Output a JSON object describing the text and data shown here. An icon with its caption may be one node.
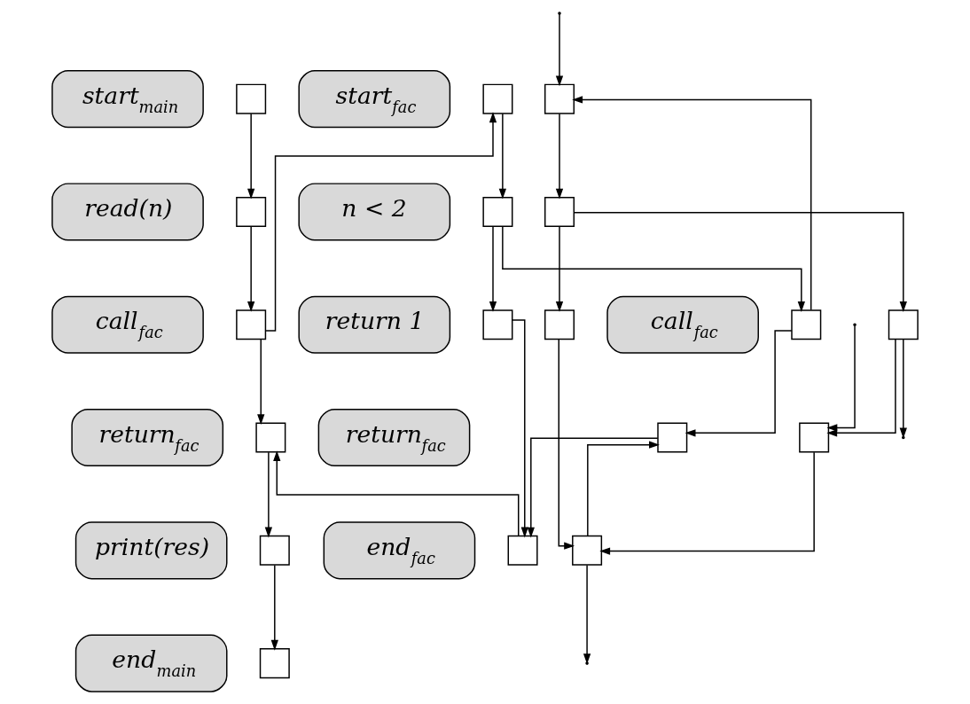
{
  "diagram": {
    "nodes": [
      {
        "text": [
          "start$_{main}$"
        ]
      },
      {
        "text": [],
        "shape": "box"
      },
      {
        "text": [
          "start$_{fac}$"
        ]
      },
      {
        "text": [],
        "shape": "box"
      },
      {
        "text": [],
        "shape": "box"
      },
      {
        "text": [
          "read(n)"
        ]
      },
      {
        "text": [],
        "shape": "box"
      },
      {
        "text": [
          "n < 2"
        ]
      },
      {
        "text": [],
        "shape": "box"
      },
      {
        "text": [],
        "shape": "box"
      },
      {
        "text": [
          "call$_{fac}$"
        ]
      },
      {
        "text": [],
        "shape": "box"
      },
      {
        "text": [
          "return 1"
        ]
      },
      {
        "text": [],
        "shape": "box"
      },
      {
        "text": [],
        "shape": "box"
      },
      {
        "text": [
          "call$_{fac}$"
        ]
      },
      {
        "text": [],
        "shape": "box"
      },
      {
        "text": [],
        "shape": "box"
      },
      {
        "text": [
          "return$_{fac}$"
        ]
      },
      {
        "text": [],
        "shape": "box"
      },
      {
        "text": [
          "return$_{fac}$"
        ]
      },
      {
        "text": [],
        "shape": "box"
      },
      {
        "text": [],
        "shape": "box"
      },
      {
        "text": [
          "print(res)"
        ]
      },
      {
        "text": [],
        "shape": "box"
      },
      {
        "text": [
          "end$_{fac}$"
        ]
      },
      {
        "text": [],
        "shape": "box"
      },
      {
        "text": [],
        "shape": "box"
      },
      {
        "text": [
          "end$_{main}$"
        ]
      },
      {
        "text": [],
        "shape": "box"
      }
    ],
    "edges": [
      {
        "from": 1,
        "to": 6,
        "arrow": "to"
      },
      {
        "from": 6,
        "to": 11,
        "arrow": "to"
      },
      {
        "from": 11,
        "to": 19,
        "arrow": "to"
      },
      {
        "from": 11,
        "to": 3,
        "arrow": "to"
      },
      {
        "from": 19,
        "to": 24,
        "arrow": "to"
      },
      {
        "from": 24,
        "to": 29,
        "arrow": "to"
      },
      {
        "from": 3,
        "to": 8,
        "arrow": "to"
      },
      {
        "from": 4,
        "to": 9,
        "arrow": "to"
      },
      {
        "from": null,
        "to": 4,
        "arrow": "to"
      },
      {
        "from": 8,
        "to": 13,
        "arrow": "to"
      },
      {
        "from": 8,
        "to": 16,
        "arrow": "to"
      },
      {
        "from": 9,
        "to": 14,
        "arrow": "to"
      },
      {
        "from": 9,
        "to": 17,
        "arrow": "to"
      },
      {
        "from": 16,
        "to": 21,
        "arrow": "to"
      },
      {
        "from": 16,
        "to": 4,
        "arrow": "to"
      },
      {
        "from": 17,
        "to": 22,
        "arrow": "to"
      },
      {
        "from": 17,
        "to": null,
        "arrow": "to"
      },
      {
        "from": null,
        "to": 22,
        "arrow": "to"
      },
      {
        "from": 13,
        "to": 26,
        "arrow": "to"
      },
      {
        "from": 21,
        "to": 26,
        "arrow": "to"
      },
      {
        "from": 14,
        "to": 27,
        "arrow": "to"
      },
      {
        "from": 22,
        "to": 27,
        "arrow": "to"
      },
      {
        "from": 27,
        "to": 21,
        "arrow": "to"
      },
      {
        "from": 26,
        "to": 19,
        "arrow": "to"
      },
      {
        "from": 27,
        "to": null,
        "arrow": "to"
      }
    ]
  }
}
